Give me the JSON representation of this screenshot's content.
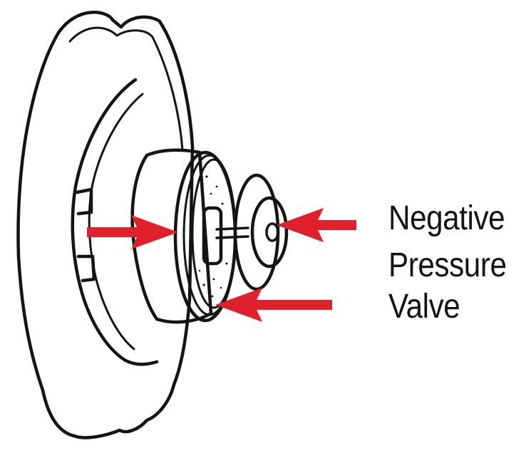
{
  "label": {
    "lines": [
      "Negative",
      "Pressure",
      "Valve"
    ]
  },
  "colors": {
    "arrow": "#e0202a",
    "ink": "#141414",
    "background": "#ffffff"
  }
}
